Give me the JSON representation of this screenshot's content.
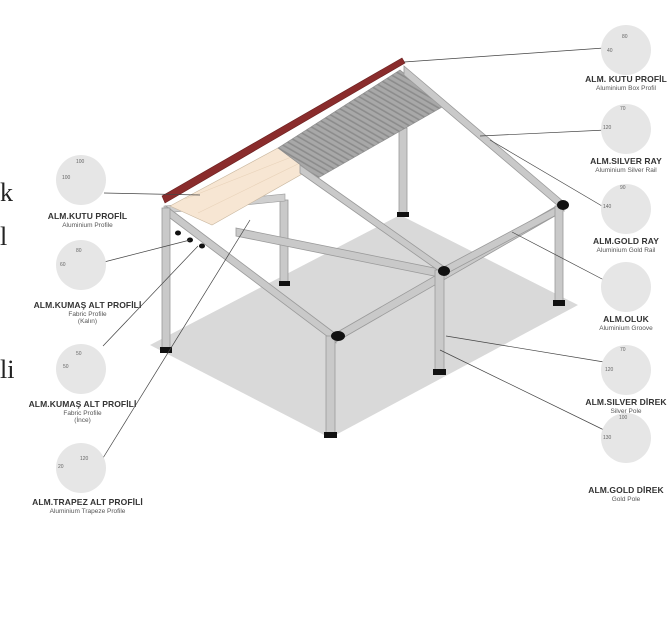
{
  "labels": {
    "kutu_profil_right": {
      "title": "ALM. KUTU PROFİL",
      "sub": "Aluminium Box Profil",
      "dims": [
        "80",
        "40"
      ]
    },
    "silver_ray": {
      "title": "ALM.SILVER RAY",
      "sub": "Aluminium Silver Rail",
      "dims": [
        "70",
        "120"
      ]
    },
    "gold_ray": {
      "title": "ALM.GOLD RAY",
      "sub": "Aluminium Gold Rail",
      "dims": [
        "90",
        "140"
      ]
    },
    "oluk": {
      "title": "ALM.OLUK",
      "sub": "Aluminium Groove"
    },
    "silver_direk": {
      "title": "ALM.SILVER DİREK",
      "sub": "Silver Pole",
      "dims": [
        "70",
        "120"
      ]
    },
    "gold_direk": {
      "title": "ALM.GOLD DİREK",
      "sub": "Gold Pole",
      "dims": [
        "100",
        "130"
      ]
    },
    "kutu_profil_left": {
      "title": "ALM.KUTU PROFİL",
      "sub": "Aluminium Profile",
      "dims": [
        "100",
        "100"
      ]
    },
    "kumas_kalin": {
      "title": "ALM.KUMAŞ ALT PROFİLİ",
      "sub": "Fabric Profile",
      "sub2": "(Kalın)",
      "dims": [
        "80",
        "60"
      ]
    },
    "kumas_ince": {
      "title": "ALM.KUMAŞ ALT PROFİLİ",
      "sub": "Fabric Profile",
      "sub2": "(İnce)",
      "dims": [
        "50",
        "50"
      ]
    },
    "trapez": {
      "title": "ALM.TRAPEZ ALT PROFİLİ",
      "sub": "Aluminium Trapeze Profile",
      "dims": [
        "120",
        "20"
      ]
    }
  },
  "edge_text": [
    "k",
    "l",
    "li"
  ],
  "colors": {
    "frame": "#c9c9c9",
    "frame_stroke": "#9a9a9a",
    "floor": "#d9d9d9",
    "roof_metal": "#a4a4a4",
    "fabric": "#f7e6d3",
    "ridge": "#8a2c2c",
    "joint": "#111111",
    "leader": "#444444",
    "circle": "#e6e6e6"
  }
}
